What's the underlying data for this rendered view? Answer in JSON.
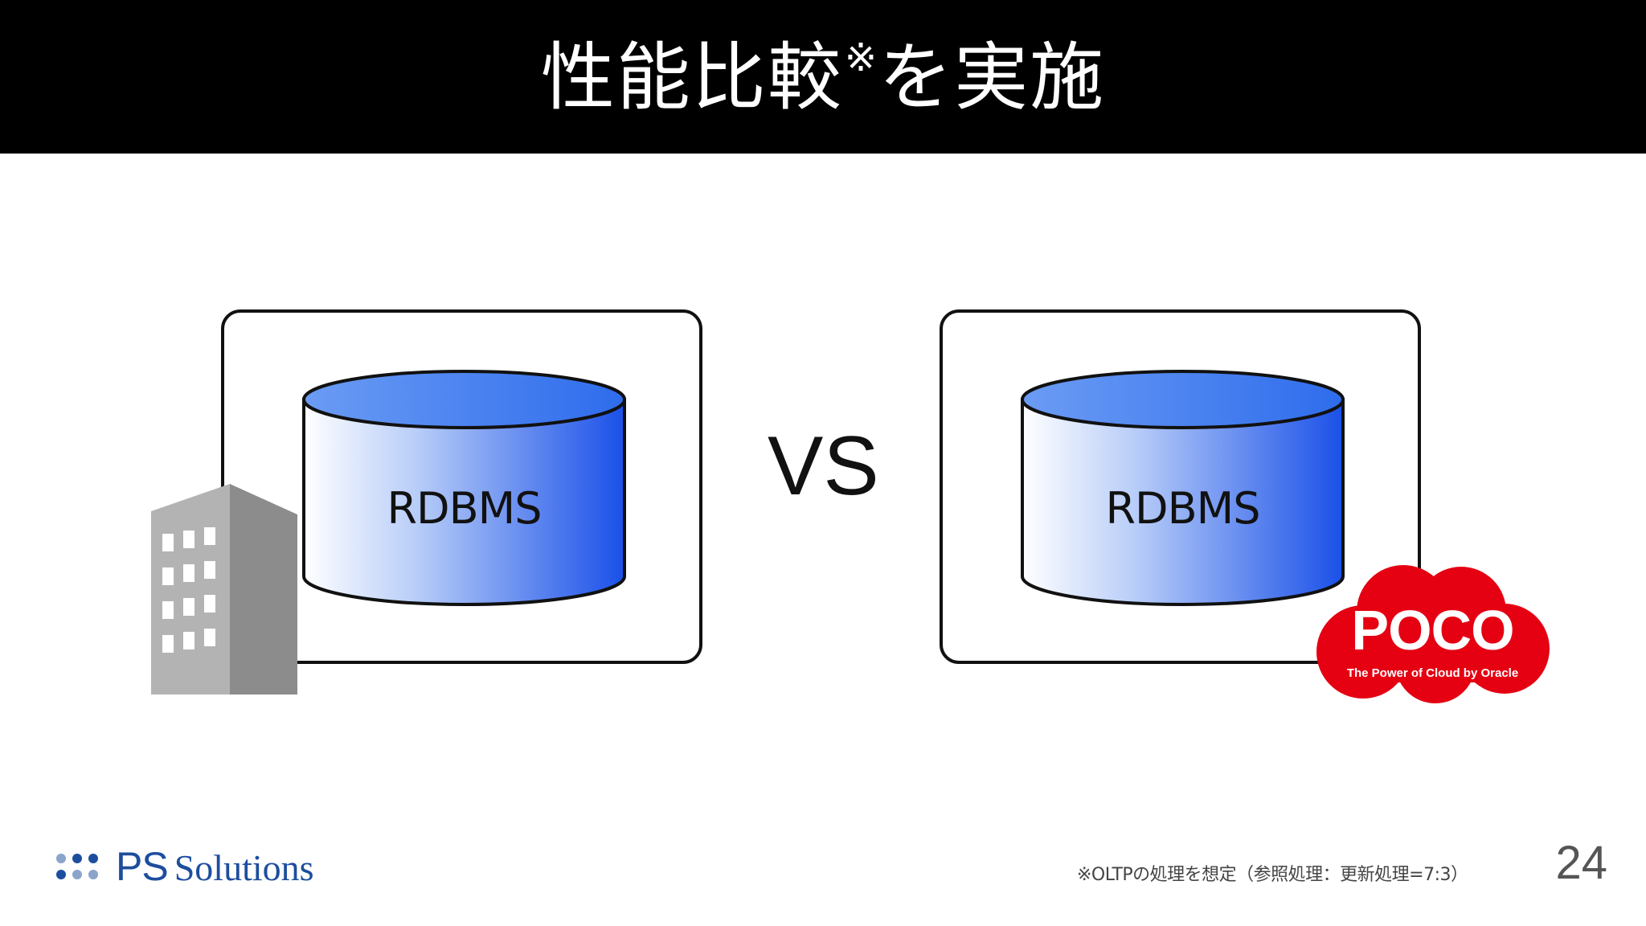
{
  "slide": {
    "title": "性能比較",
    "title_mark": "※",
    "title_suffix": "を実施",
    "vs_label": "VS",
    "left_db_label": "RDBMS",
    "right_db_label": "RDBMS",
    "footnote": "※OLTPの処理を想定（参照処理：更新処理=7:3）",
    "page_number": "24"
  },
  "badge": {
    "title": "POCO",
    "subtitle": "The Power of Cloud by Oracle",
    "color": "#e50012"
  },
  "logo": {
    "ps": "PS",
    "solutions": "Solutions",
    "color": "#1d4e9e"
  },
  "icons": {
    "left_decoration": "office-building-icon",
    "right_decoration": "poco-cloud-badge"
  },
  "colors": {
    "title_bar": "#000000",
    "cylinder_light": "#ffffff",
    "cylinder_dark": "#1a50e8",
    "cylinder_top": "#3f7ff0"
  }
}
